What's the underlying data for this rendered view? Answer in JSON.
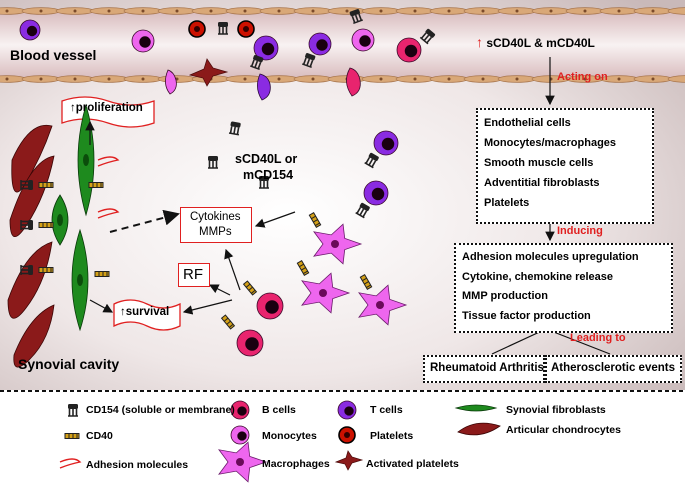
{
  "regions": {
    "blood_vessel": "Blood vessel",
    "synovial_cavity": "Synovial cavity"
  },
  "center": {
    "ligand_line1": "sCD40L or",
    "ligand_line2": "mCD154",
    "cytokines_line1": "Cytokines",
    "cytokines_line2": "MMPs",
    "rf": "RF",
    "proliferation": "proliferation",
    "survival": "survival"
  },
  "flow": {
    "head": "sCD40L & mCD40L",
    "acting_on": "Acting on",
    "targets": [
      "Endothelial cells",
      "Monocytes/macrophages",
      "Smooth muscle cells",
      "Adventitial fibroblasts",
      "Platelets"
    ],
    "inducing": "Inducing",
    "effects": [
      "Adhesion molecules upregulation",
      "Cytokine, chemokine release",
      "MMP production",
      "Tissue factor production"
    ],
    "leading_to": "Leading to",
    "outcomes": [
      "Rheumatoid Arthritis",
      "Atherosclerotic events"
    ]
  },
  "legend": {
    "cd154": "CD154 (soluble or membrane)",
    "cd40": "CD40",
    "adhesion": "Adhesion molecules",
    "bcells": "B cells",
    "monocytes": "Monocytes",
    "macrophages": "Macrophages",
    "tcells": "T cells",
    "platelets": "Platelets",
    "activated_platelets": "Activated platelets",
    "synovial_fibroblasts": "Synovial fibroblasts",
    "chondrocytes": "Articular chondrocytes"
  },
  "colors": {
    "bcell": "#e8246e",
    "tcell": "#8a2be2",
    "monocyte": "#ee66ee",
    "platelet": "#cc1100",
    "fibroblast": "#1e8a1e",
    "chondrocyte": "#8b1a1a",
    "accent": "#e02020",
    "vessel": "#d9a878"
  }
}
